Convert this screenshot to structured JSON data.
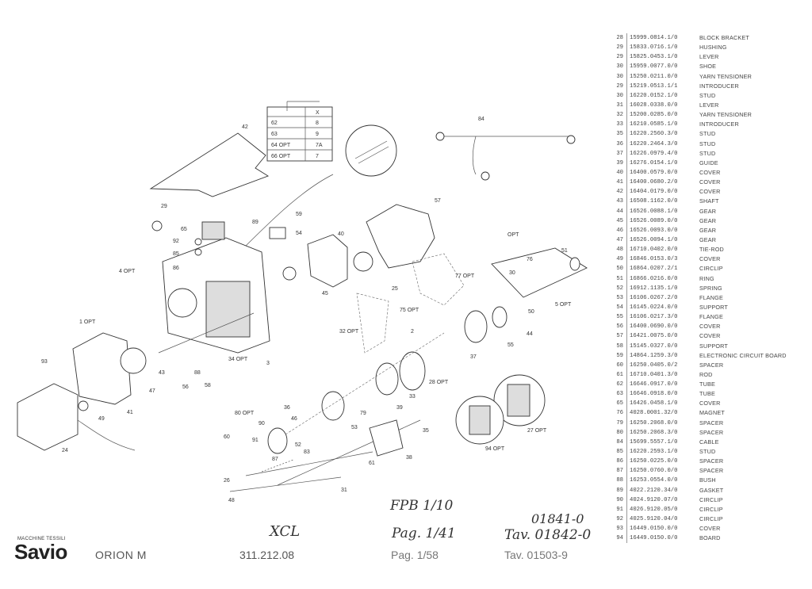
{
  "footer": {
    "brand_small": "MACCHINE TESSILI",
    "brand": "Savio",
    "model": "ORION M",
    "code": "311.212.08",
    "page": "Pag. 1/58",
    "table": "Tav. 01503-9"
  },
  "handwritten": {
    "xcl": "XCL",
    "fpb": "FPB 1/10",
    "pag": "Pag. 1/41",
    "tav": "Tav. 01842-0",
    "num1": "01841-0"
  },
  "inset_table": {
    "header": "X",
    "rows": [
      {
        "a": "62",
        "b": "8"
      },
      {
        "a": "63",
        "b": "9"
      },
      {
        "a": "64 OPT",
        "b": "7A"
      },
      {
        "a": "66 OPT",
        "b": "7"
      }
    ]
  },
  "callouts": [
    "42",
    "29",
    "65",
    "89",
    "59",
    "54",
    "92",
    "85",
    "86",
    "4 OPT",
    "1 OPT",
    "93",
    "47",
    "43",
    "56",
    "88",
    "58",
    "41",
    "49",
    "24",
    "40",
    "45",
    "57",
    "25",
    "84",
    "OPT",
    "51",
    "76",
    "30",
    "77 OPT",
    "75 OPT",
    "32 OPT",
    "2",
    "50",
    "44",
    "55",
    "37",
    "33",
    "79",
    "53",
    "28 OPT",
    "27 OPT",
    "94 OPT",
    "39",
    "35",
    "38",
    "61",
    "31",
    "26",
    "48",
    "60",
    "91",
    "90",
    "87",
    "83",
    "52",
    "46",
    "36",
    "80 OPT",
    "34 OPT",
    "3",
    "5 OPT"
  ],
  "parts": [
    {
      "pos": "28",
      "code": "15999.0814.1/0",
      "desc": "BLOCK BRACKET"
    },
    {
      "pos": "29",
      "code": "15833.0716.1/0",
      "desc": "HUSHING"
    },
    {
      "pos": "29",
      "code": "15825.0453.1/0",
      "desc": "LEVER"
    },
    {
      "pos": "30",
      "code": "15959.0077.0/0",
      "desc": "SHOE"
    },
    {
      "pos": "30",
      "code": "15250.0211.0/0",
      "desc": "YARN TENSIONER"
    },
    {
      "pos": "29",
      "code": "15219.0513.1/1",
      "desc": "INTRODUCER"
    },
    {
      "pos": "30",
      "code": "16220.0152.1/0",
      "desc": "STUD"
    },
    {
      "pos": "31",
      "code": "16028.0338.0/0",
      "desc": "LEVER"
    },
    {
      "pos": "32",
      "code": "15200.0285.0/0",
      "desc": "YARN TENSIONER"
    },
    {
      "pos": "33",
      "code": "16210.0585.1/0",
      "desc": "INTRODUCER"
    },
    {
      "pos": "35",
      "code": "16220.2560.3/0",
      "desc": "STUD"
    },
    {
      "pos": "36",
      "code": "16220.2464.3/0",
      "desc": "STUD"
    },
    {
      "pos": "37",
      "code": "16226.0979.4/0",
      "desc": "STUD"
    },
    {
      "pos": "39",
      "code": "16276.0154.1/0",
      "desc": "GUIDE"
    },
    {
      "pos": "40",
      "code": "16400.0579.0/0",
      "desc": "COVER"
    },
    {
      "pos": "41",
      "code": "16400.0680.2/0",
      "desc": "COVER"
    },
    {
      "pos": "42",
      "code": "16404.0179.0/0",
      "desc": "COVER"
    },
    {
      "pos": "43",
      "code": "16508.1162.0/0",
      "desc": "SHAFT"
    },
    {
      "pos": "44",
      "code": "16526.0088.1/0",
      "desc": "GEAR"
    },
    {
      "pos": "45",
      "code": "16526.0089.0/0",
      "desc": "GEAR"
    },
    {
      "pos": "46",
      "code": "16526.0093.0/0",
      "desc": "GEAR"
    },
    {
      "pos": "47",
      "code": "16526.0094.1/0",
      "desc": "GEAR"
    },
    {
      "pos": "48",
      "code": "16710.0402.0/0",
      "desc": "TIE-ROD"
    },
    {
      "pos": "49",
      "code": "16846.0153.0/3",
      "desc": "COVER"
    },
    {
      "pos": "50",
      "code": "16864.0207.2/1",
      "desc": "CIRCLIP"
    },
    {
      "pos": "51",
      "code": "16866.0216.0/0",
      "desc": "RING"
    },
    {
      "pos": "52",
      "code": "16912.1135.1/0",
      "desc": "SPRING"
    },
    {
      "pos": "53",
      "code": "16106.0267.2/0",
      "desc": "FLANGE"
    },
    {
      "pos": "54",
      "code": "16145.0224.0/0",
      "desc": "SUPPORT"
    },
    {
      "pos": "55",
      "code": "16106.0217.3/0",
      "desc": "FLANGE"
    },
    {
      "pos": "56",
      "code": "16400.0690.0/0",
      "desc": "COVER"
    },
    {
      "pos": "57",
      "code": "16421.0075.0/0",
      "desc": "COVER"
    },
    {
      "pos": "58",
      "code": "15145.0327.0/0",
      "desc": "SUPPORT"
    },
    {
      "pos": "59",
      "code": "14864.1259.3/0",
      "desc": "ELECTRONIC CIRCUIT BOARD"
    },
    {
      "pos": "60",
      "code": "16250.0405.0/2",
      "desc": "SPACER"
    },
    {
      "pos": "61",
      "code": "16710.0401.3/0",
      "desc": "ROD"
    },
    {
      "pos": "62",
      "code": "16646.0917.0/0",
      "desc": "TUBE"
    },
    {
      "pos": "63",
      "code": "16646.0918.0/0",
      "desc": "TUBE"
    },
    {
      "pos": "65",
      "code": "16426.0458.1/0",
      "desc": "COVER"
    },
    {
      "pos": "76",
      "code": "4028.0001.32/0",
      "desc": "MAGNET"
    },
    {
      "pos": "79",
      "code": "16250.2068.0/0",
      "desc": "SPACER"
    },
    {
      "pos": "80",
      "code": "16250.2068.3/0",
      "desc": "SPACER"
    },
    {
      "pos": "84",
      "code": "15699.5557.1/0",
      "desc": "CABLE"
    },
    {
      "pos": "85",
      "code": "16220.2593.1/0",
      "desc": "STUD"
    },
    {
      "pos": "86",
      "code": "16250.0225.0/0",
      "desc": "SPACER"
    },
    {
      "pos": "87",
      "code": "16250.0760.0/0",
      "desc": "SPACER"
    },
    {
      "pos": "88",
      "code": "16253.0554.0/0",
      "desc": "BUSH"
    },
    {
      "pos": "89",
      "code": "4022.2120.34/0",
      "desc": "GASKET"
    },
    {
      "pos": "90",
      "code": "4024.9120.07/0",
      "desc": "CIRCLIP"
    },
    {
      "pos": "91",
      "code": "4026.9120.05/0",
      "desc": "CIRCLIP"
    },
    {
      "pos": "92",
      "code": "4025.9120.04/0",
      "desc": "CIRCLIP"
    },
    {
      "pos": "93",
      "code": "16449.0150.0/0",
      "desc": "COVER"
    },
    {
      "pos": "94",
      "code": "16449.0150.0/0",
      "desc": "BOARD"
    }
  ]
}
